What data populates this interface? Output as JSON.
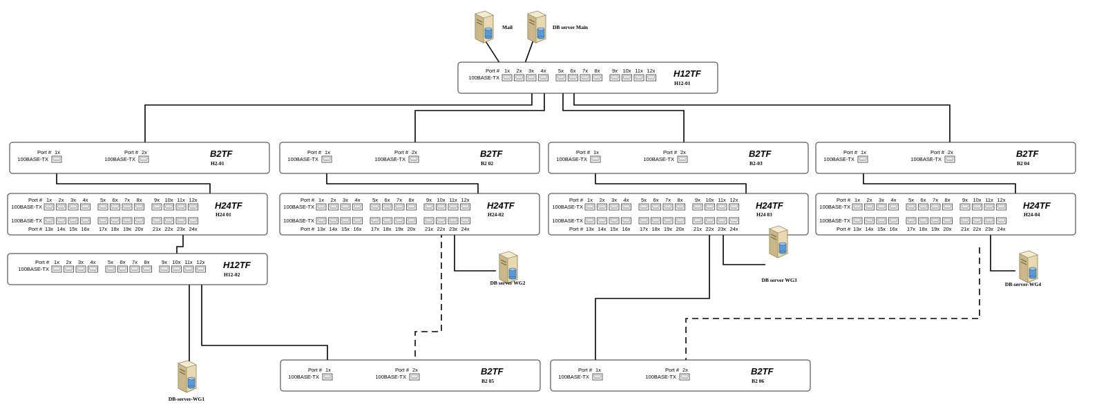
{
  "labels": {
    "port_hash": "Port #",
    "tx": "100BASE-TX"
  },
  "servers": [
    {
      "id": "mail",
      "label": "Mail"
    },
    {
      "id": "dbmain",
      "label": "DB server Main"
    },
    {
      "id": "wg1",
      "label": "DB-server-WG1"
    },
    {
      "id": "wg2",
      "label": "DB server WG2"
    },
    {
      "id": "wg3",
      "label": "DB server WG3"
    },
    {
      "id": "wg4",
      "label": "DB-server-WG4"
    }
  ],
  "switches": [
    {
      "id": "h12-01",
      "model": "H12TF",
      "name": "H12-01",
      "kind": "h12"
    },
    {
      "id": "b2-01",
      "model": "B2TF",
      "name": "H2-01",
      "kind": "b2"
    },
    {
      "id": "b2-02",
      "model": "B2TF",
      "name": "B2 02",
      "kind": "b2"
    },
    {
      "id": "b2-03",
      "model": "B2TF",
      "name": "B2-03",
      "kind": "b2"
    },
    {
      "id": "b2-04",
      "model": "B2TF",
      "name": "B2 04",
      "kind": "b2"
    },
    {
      "id": "h24-01",
      "model": "H24TF",
      "name": "H24 01",
      "kind": "h24"
    },
    {
      "id": "h24-02",
      "model": "H24TF",
      "name": "H24-02",
      "kind": "h24"
    },
    {
      "id": "h24-03",
      "model": "H24TF",
      "name": "H24 03",
      "kind": "h24"
    },
    {
      "id": "h24-04",
      "model": "H24TF",
      "name": "H24-04",
      "kind": "h24"
    },
    {
      "id": "h12-02",
      "model": "H12TF",
      "name": "H12-02",
      "kind": "h12"
    },
    {
      "id": "b2-05",
      "model": "B2TF",
      "name": "B2 05",
      "kind": "b2"
    },
    {
      "id": "b2-06",
      "model": "B2TF",
      "name": "B2 06",
      "kind": "b2"
    }
  ],
  "port_labels": {
    "b2": [
      "1x",
      "2x"
    ],
    "h12": [
      "1x",
      "2x",
      "3x",
      "4x",
      "5x",
      "6x",
      "7x",
      "8x",
      "9x",
      "10x",
      "11x",
      "12x"
    ],
    "h24_top": [
      "1x",
      "2x",
      "3x",
      "4x",
      "5x",
      "6x",
      "7x",
      "8x",
      "9x",
      "10x",
      "11x",
      "12x"
    ],
    "h24_bottom": [
      "13x",
      "14x",
      "15x",
      "16x",
      "17x",
      "18x",
      "19x",
      "20x",
      "21x",
      "22x",
      "23x",
      "24x"
    ]
  }
}
